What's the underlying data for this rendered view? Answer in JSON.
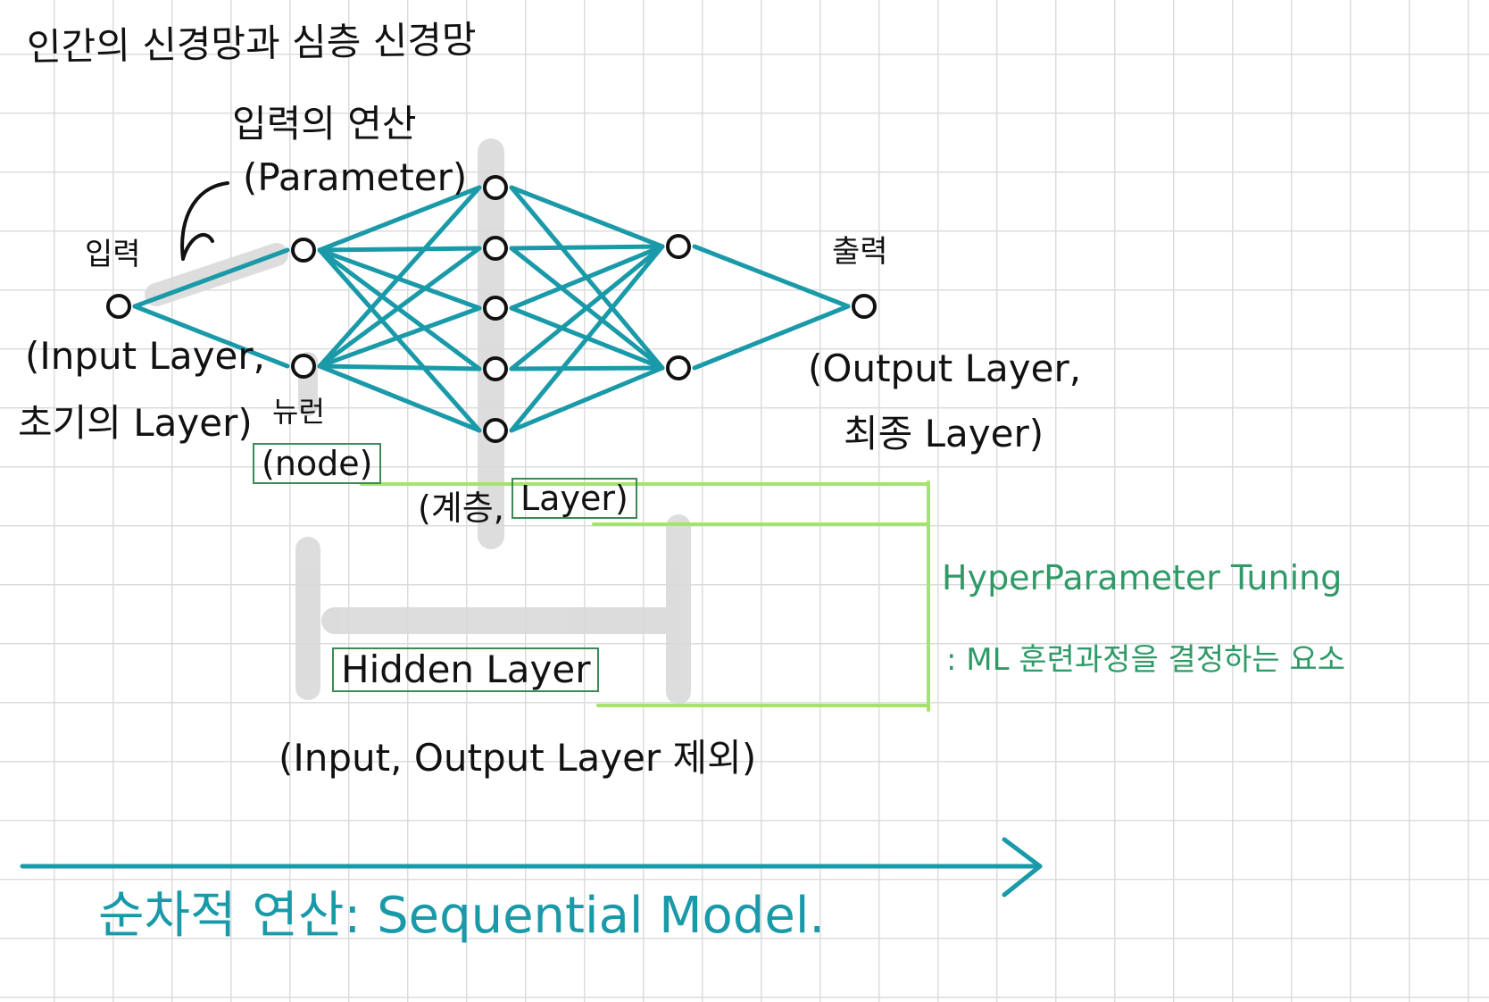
{
  "title": "인간의 신경망과 심층 신경망",
  "labels": {
    "parameter_ko": "입력의 연산",
    "parameter_en": "(Parameter)",
    "input_ko": "입력",
    "input_en": "(Input Layer,",
    "input_ko2": "초기의 Layer)",
    "neuron_ko": "뉴런",
    "node_en": "(node)",
    "layer_label": "(계층,",
    "layer_word": "Layer)",
    "output_ko": "출력",
    "output_en": "(Output Layer,",
    "output_ko2": "최종 Layer)",
    "hyperparam": "HyperParameter Tuning",
    "hyperparam_desc": ": ML 훈련과정을 결정하는 요소",
    "hidden": "Hidden Layer",
    "hidden_desc": "(Input, Output Layer 제외)",
    "sequential": "순차적 연산: Sequential Model."
  },
  "network": {
    "layers": [
      1,
      2,
      5,
      2,
      1
    ]
  },
  "colors": {
    "connection": "#1a9aa8",
    "node": "#111111",
    "highlight_gray": "#d9d9d9",
    "bracket_green": "#a6e36b",
    "box_green": "#3c8a55",
    "hyper_text": "#2f9a67",
    "arrow": "#1a9aa8"
  }
}
